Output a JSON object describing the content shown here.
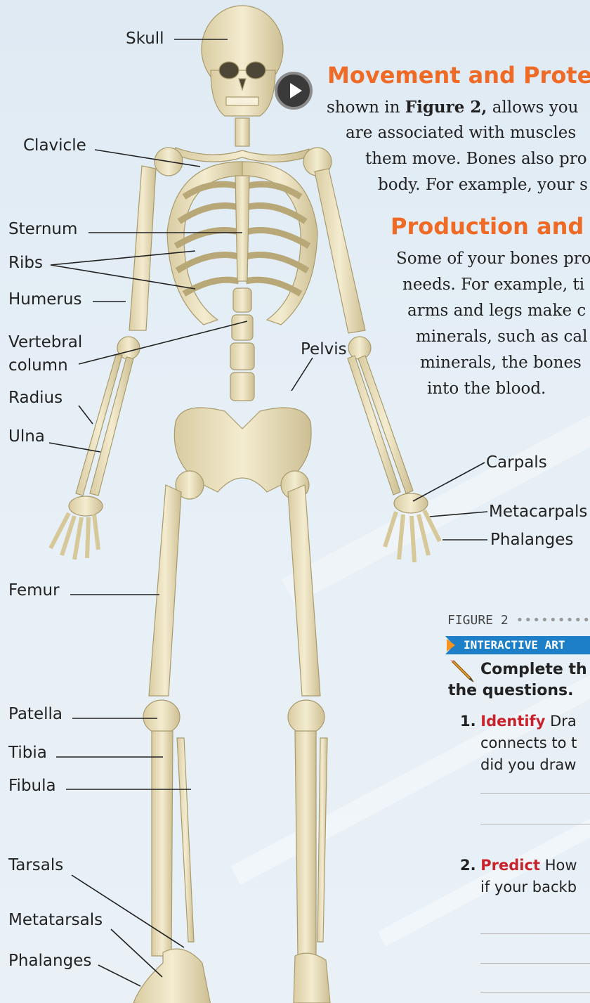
{
  "figure": {
    "number_label": "FIGURE 2",
    "banner": "INTERACTIVE ART",
    "instruction": "Complete the activity and answer the questions.",
    "instruction_line1": "Complete th",
    "instruction_line2": "the questions."
  },
  "skeleton_labels": {
    "left": [
      {
        "id": "skull",
        "text": "Skull"
      },
      {
        "id": "clavicle",
        "text": "Clavicle"
      },
      {
        "id": "sternum",
        "text": "Sternum"
      },
      {
        "id": "ribs",
        "text": "Ribs"
      },
      {
        "id": "humerus",
        "text": "Humerus"
      },
      {
        "id": "vertebral1",
        "text": "Vertebral"
      },
      {
        "id": "vertebral2",
        "text": "column"
      },
      {
        "id": "radius",
        "text": "Radius"
      },
      {
        "id": "ulna",
        "text": "Ulna"
      },
      {
        "id": "femur",
        "text": "Femur"
      },
      {
        "id": "patella",
        "text": "Patella"
      },
      {
        "id": "tibia",
        "text": "Tibia"
      },
      {
        "id": "fibula",
        "text": "Fibula"
      },
      {
        "id": "tarsals",
        "text": "Tarsals"
      },
      {
        "id": "metatarsals",
        "text": "Metatarsals"
      },
      {
        "id": "phalanges_foot",
        "text": "Phalanges"
      }
    ],
    "right": [
      {
        "id": "pelvis",
        "text": "Pelvis"
      },
      {
        "id": "carpals",
        "text": "Carpals"
      },
      {
        "id": "metacarpals",
        "text": "Metacarpals"
      },
      {
        "id": "phalanges_hand",
        "text": "Phalanges"
      }
    ]
  },
  "section1": {
    "heading": "Movement and Prote",
    "lines": [
      {
        "pre": "shown in ",
        "bold": "Figure 2,",
        "post": " allows you"
      },
      {
        "pre": "are associated with muscles",
        "bold": "",
        "post": ""
      },
      {
        "pre": "them move. Bones also pro",
        "bold": "",
        "post": ""
      },
      {
        "pre": "body. For example, your s",
        "bold": "",
        "post": ""
      }
    ]
  },
  "section2": {
    "heading": "Production and",
    "lines": [
      "Some of your bones pro",
      "needs. For example, ti",
      "arms and legs make c",
      "minerals, such as cal",
      "minerals, the bones",
      "into the blood."
    ]
  },
  "questions": [
    {
      "num": "1.",
      "verb": "Identify",
      "lines": [
        "Dra",
        "connects to t",
        "did you draw"
      ]
    },
    {
      "num": "2.",
      "verb": "Predict",
      "lines": [
        "How",
        "if your backb"
      ]
    }
  ],
  "media": {
    "play_icon": "play-icon"
  },
  "colors": {
    "heading": "#ee6a25",
    "banner": "#1d7fc7",
    "verb": "#c8232c",
    "bone": "#efe6c4"
  }
}
